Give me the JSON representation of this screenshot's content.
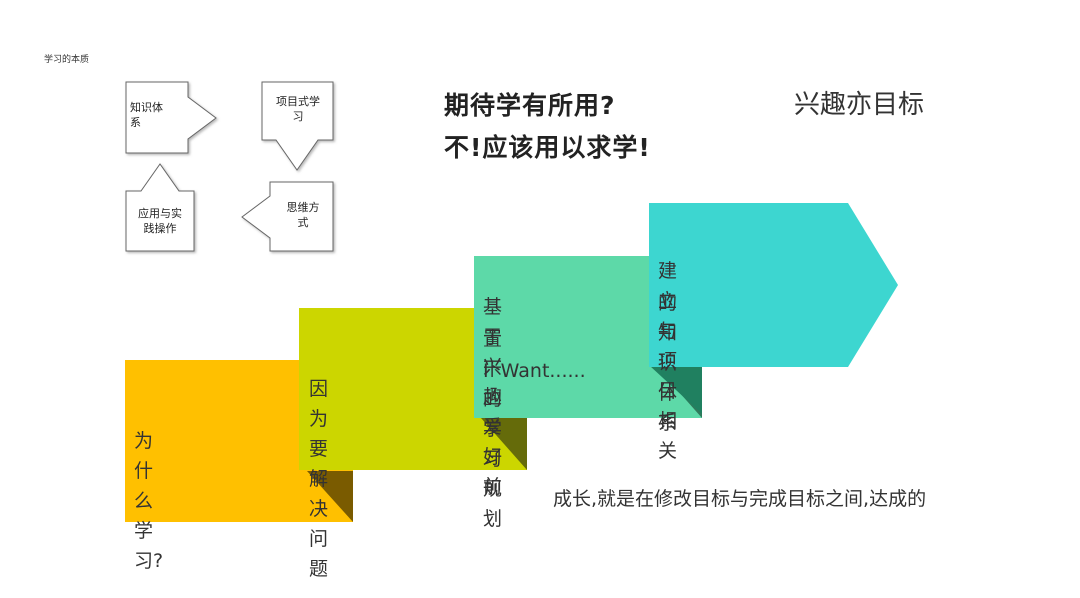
{
  "corner_title": "学习的本质",
  "cycle": {
    "top_left": "知识体\n系",
    "top_right": "项目式学\n习",
    "bottom_right": "思维方\n式",
    "bottom_left": "应用与实\n践操作"
  },
  "headline": {
    "line1": "期待学有所用?",
    "line2": "不!应该用以求学!"
  },
  "interest_goal": "兴趣亦目标",
  "steps": {
    "step1": "为什么学习?",
    "step2": "因为要解决问题",
    "step3_line1": "基于兴趣爱好前",
    "step3_line2": "置下的学习规划",
    "step3_line3": "I  Want......",
    "step4_line1": "建立与项目相关",
    "step4_line2": "的知识体系"
  },
  "bottom_note": "成长,就是在修改目标与完成目标之间,达成的",
  "colors": {
    "step1": "#FFC000",
    "step1_fold": "#7A5B00",
    "step2": "#CCD600",
    "step2_fold": "#656B0A",
    "step3": "#5DD9A8",
    "step3_fold": "#2F7A5C",
    "step4": "#3DD6D0",
    "step4_fold": "#208060"
  }
}
